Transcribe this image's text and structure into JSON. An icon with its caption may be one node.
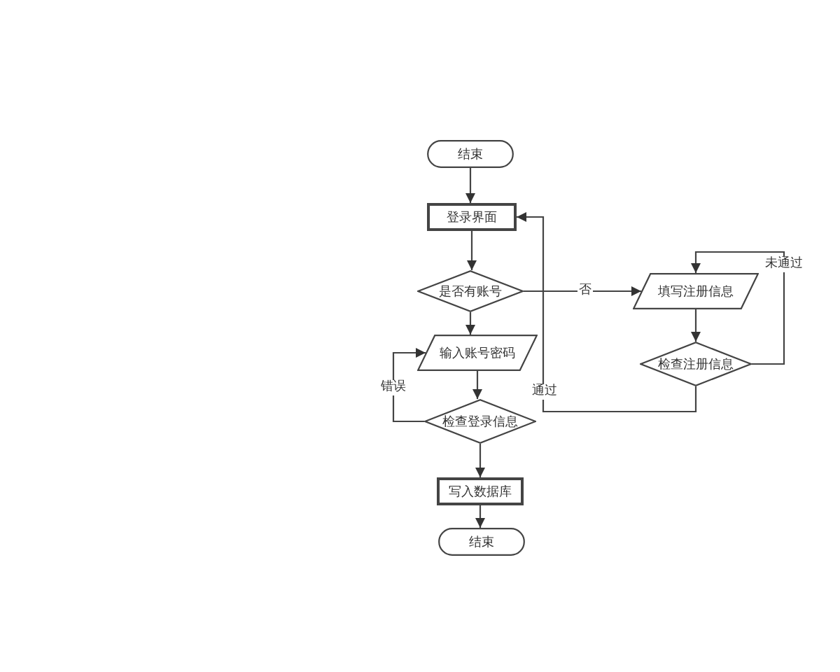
{
  "diagram": {
    "nodes": [
      {
        "text": [
          "结束"
        ]
      },
      {
        "text": [
          "登录界面"
        ]
      },
      {
        "text": [
          "是否有账号"
        ]
      },
      {
        "text": [
          "输入账号密码"
        ]
      },
      {
        "text": [
          "检查登录信息"
        ]
      },
      {
        "text": [
          "写入数据库"
        ]
      },
      {
        "text": [
          "结束"
        ]
      },
      {
        "text": [
          "填写注册信息"
        ]
      },
      {
        "text": [
          "检查注册信息"
        ]
      }
    ],
    "edges": [
      {
        "from": 0,
        "to": 1,
        "arrow": "to"
      },
      {
        "from": 1,
        "to": 2,
        "arrow": "to"
      },
      {
        "from": 2,
        "to": 3,
        "arrow": "to"
      },
      {
        "from": 3,
        "to": 4,
        "arrow": "to"
      },
      {
        "from": 4,
        "to": 5,
        "arrow": "to"
      },
      {
        "from": 5,
        "to": 6,
        "arrow": "to"
      },
      {
        "from": 4,
        "to": 3,
        "arrow": "to",
        "label": "错误"
      },
      {
        "from": 2,
        "to": 7,
        "arrow": "to",
        "label": "否"
      },
      {
        "from": 7,
        "to": 8,
        "arrow": "to"
      },
      {
        "from": 8,
        "to": 7,
        "arrow": "to",
        "label": "未通过"
      },
      {
        "from": 8,
        "to": 1,
        "arrow": "to",
        "label": "通过"
      }
    ]
  }
}
